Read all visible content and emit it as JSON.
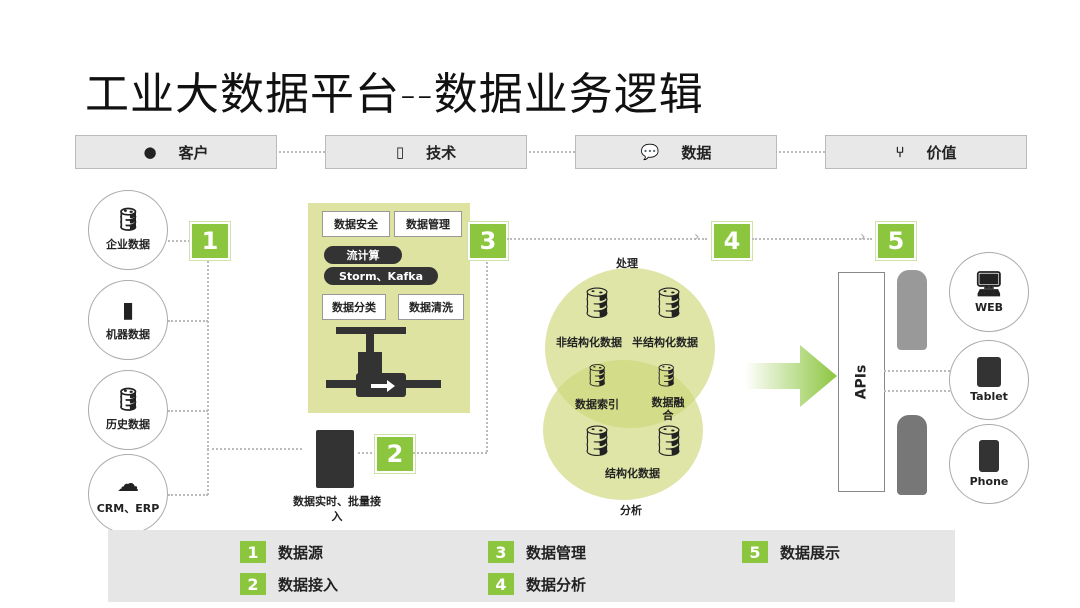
{
  "title": "工业大数据平台--数据业务逻辑",
  "headers": [
    {
      "label": "客户",
      "icon": "user-icon"
    },
    {
      "label": "技术",
      "icon": "tablet-icon"
    },
    {
      "label": "数据",
      "icon": "chat-icon"
    },
    {
      "label": "价值",
      "icon": "fork-icon"
    }
  ],
  "sources": [
    "企业数据",
    "机器数据",
    "历史数据",
    "CRM、ERP"
  ],
  "steps": [
    "1",
    "2",
    "3",
    "4",
    "5"
  ],
  "tech": {
    "security": "数据安全",
    "management": "数据管理",
    "stream": "流计算",
    "storm": "Storm、Kafka",
    "classify": "数据分类",
    "clean": "数据清洗"
  },
  "ingest_label": "数据实时、批量接入",
  "venn": {
    "top": "处理",
    "bottom": "分析",
    "unstructured": "非结构化数据",
    "semi": "半结构化数据",
    "index": "数据索引",
    "fusion": "数据融合",
    "structured": "结构化数据"
  },
  "apis": "APIs",
  "devices": [
    "WEB",
    "Tablet",
    "Phone"
  ],
  "legend": [
    {
      "n": "1",
      "label": "数据源"
    },
    {
      "n": "2",
      "label": "数据接入"
    },
    {
      "n": "3",
      "label": "数据管理"
    },
    {
      "n": "4",
      "label": "数据分析"
    },
    {
      "n": "5",
      "label": "数据展示"
    }
  ],
  "colors": {
    "green": "#8cc63f",
    "panel": "#dfe3a2",
    "venn": "#dbe39a"
  }
}
